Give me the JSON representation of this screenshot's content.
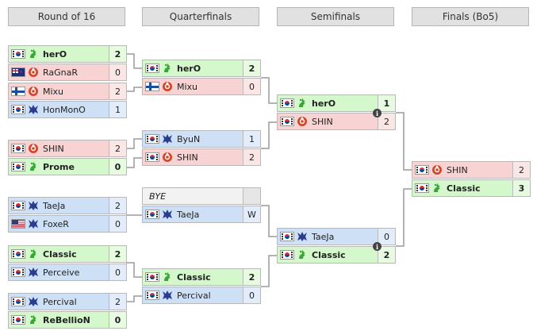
{
  "headers": {
    "r16": "Round of 16",
    "qf": "Quarterfinals",
    "sf": "Semifinals",
    "final": "Finals (Bo5)"
  },
  "colors": {
    "win": "#d4f8cb",
    "loss": "#f8d3d3",
    "not_reached": "#cde0f6",
    "header": "#e1e1e1",
    "zerg": "#3aa63a",
    "protoss": "#d3472b",
    "terran": "#2b3d8f"
  },
  "r16": [
    {
      "name": "herO",
      "flag": "kr",
      "race": "zerg",
      "score": "2",
      "state": "win"
    },
    {
      "name": "RaGnaR",
      "flag": "nz",
      "race": "protoss",
      "score": "0",
      "state": "loss"
    },
    {
      "name": "Mixu",
      "flag": "fi",
      "race": "protoss",
      "score": "2",
      "state": "loss"
    },
    {
      "name": "HonMonO",
      "flag": "kr",
      "race": "terran",
      "score": "1",
      "state": "nr"
    },
    {
      "name": "SHIN",
      "flag": "kr",
      "race": "protoss",
      "score": "2",
      "state": "loss"
    },
    {
      "name": "Prome",
      "flag": "kr",
      "race": "zerg",
      "score": "0",
      "state": "win"
    },
    {
      "name": "TaeJa",
      "flag": "kr",
      "race": "terran",
      "score": "2",
      "state": "nr"
    },
    {
      "name": "FoxeR",
      "flag": "us",
      "race": "terran",
      "score": "0",
      "state": "nr"
    },
    {
      "name": "Classic",
      "flag": "kr",
      "race": "zerg",
      "score": "2",
      "state": "win"
    },
    {
      "name": "Perceive",
      "flag": "kr",
      "race": "terran",
      "score": "0",
      "state": "nr"
    },
    {
      "name": "Percival",
      "flag": "kr",
      "race": "terran",
      "score": "2",
      "state": "nr"
    },
    {
      "name": "ReBellioN",
      "flag": "kr",
      "race": "zerg",
      "score": "0",
      "state": "win"
    }
  ],
  "qf": [
    {
      "name": "herO",
      "flag": "kr",
      "race": "zerg",
      "score": "2",
      "state": "win"
    },
    {
      "name": "Mixu",
      "flag": "fi",
      "race": "protoss",
      "score": "0",
      "state": "loss"
    },
    {
      "name": "ByuN",
      "flag": "kr",
      "race": "terran",
      "score": "1",
      "state": "nr"
    },
    {
      "name": "SHIN",
      "flag": "kr",
      "race": "protoss",
      "score": "2",
      "state": "loss"
    },
    {
      "name": "BYE",
      "flag": "",
      "race": "",
      "score": "",
      "state": "bye"
    },
    {
      "name": "TaeJa",
      "flag": "kr",
      "race": "terran",
      "score": "W",
      "state": "nr"
    },
    {
      "name": "Classic",
      "flag": "kr",
      "race": "zerg",
      "score": "2",
      "state": "win"
    },
    {
      "name": "Percival",
      "flag": "kr",
      "race": "terran",
      "score": "0",
      "state": "nr"
    }
  ],
  "sf": [
    {
      "name": "herO",
      "flag": "kr",
      "race": "zerg",
      "score": "1",
      "state": "win"
    },
    {
      "name": "SHIN",
      "flag": "kr",
      "race": "protoss",
      "score": "2",
      "state": "loss"
    },
    {
      "name": "TaeJa",
      "flag": "kr",
      "race": "terran",
      "score": "0",
      "state": "nr"
    },
    {
      "name": "Classic",
      "flag": "kr",
      "race": "zerg",
      "score": "2",
      "state": "win"
    }
  ],
  "final": [
    {
      "name": "SHIN",
      "flag": "kr",
      "race": "protoss",
      "score": "2",
      "state": "loss"
    },
    {
      "name": "Classic",
      "flag": "kr",
      "race": "zerg",
      "score": "3",
      "state": "win"
    }
  ],
  "info_icon": "i"
}
